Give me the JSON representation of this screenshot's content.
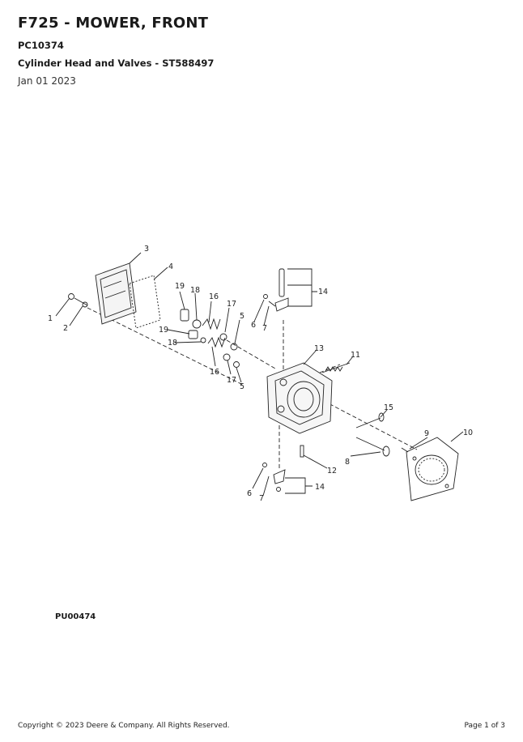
{
  "header": {
    "title": "F725 - MOWER, FRONT",
    "catalog_id": "PC10374",
    "subtitle": "Cylinder Head and Valves - ST588497",
    "date": "Jan 01 2023"
  },
  "figure": {
    "id": "PU00474",
    "callouts": [
      "1",
      "2",
      "3",
      "4",
      "19",
      "18",
      "16",
      "17",
      "5",
      "6",
      "7",
      "14",
      "19",
      "18",
      "16",
      "17",
      "5",
      "13",
      "11",
      "15",
      "8",
      "12",
      "9",
      "10",
      "6",
      "7",
      "14"
    ]
  },
  "footer": {
    "copyright": "Copyright © 2023 Deere & Company. All Rights Reserved.",
    "page": "Page 1 of 3"
  }
}
